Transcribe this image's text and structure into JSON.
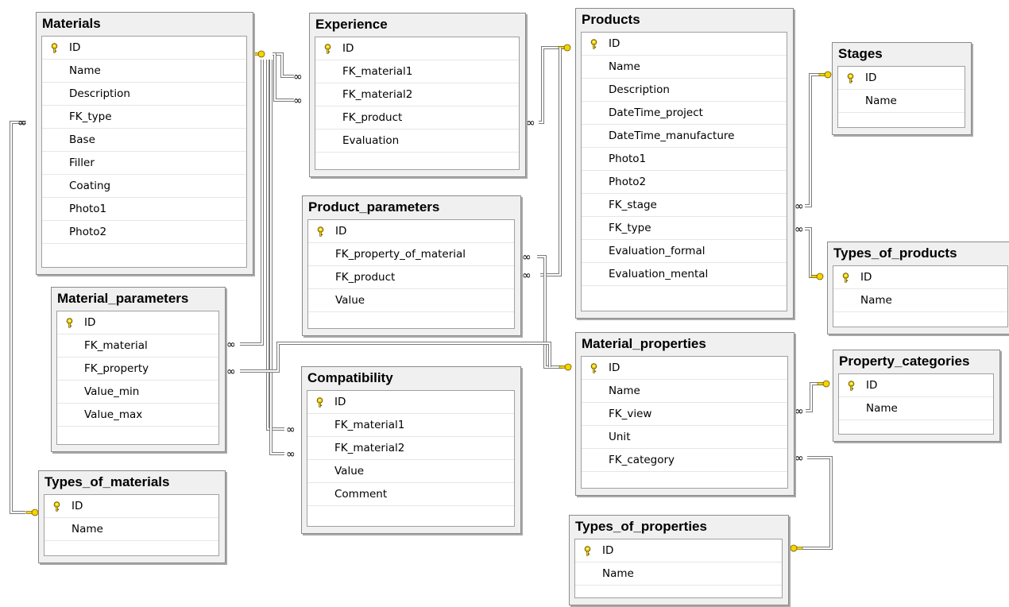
{
  "tables": [
    {
      "id": "materials",
      "name": "Materials",
      "columns": [
        {
          "name": "ID",
          "pk": true
        },
        {
          "name": "Name"
        },
        {
          "name": "Description"
        },
        {
          "name": "FK_type"
        },
        {
          "name": "Base"
        },
        {
          "name": "Filler"
        },
        {
          "name": "Coating"
        },
        {
          "name": "Photo1"
        },
        {
          "name": "Photo2"
        }
      ]
    },
    {
      "id": "experience",
      "name": "Experience",
      "columns": [
        {
          "name": "ID",
          "pk": true
        },
        {
          "name": "FK_material1"
        },
        {
          "name": "FK_material2"
        },
        {
          "name": "FK_product"
        },
        {
          "name": "Evaluation"
        }
      ]
    },
    {
      "id": "products",
      "name": "Products",
      "columns": [
        {
          "name": "ID",
          "pk": true
        },
        {
          "name": "Name"
        },
        {
          "name": "Description"
        },
        {
          "name": "DateTime_project"
        },
        {
          "name": "DateTime_manufacture"
        },
        {
          "name": "Photo1"
        },
        {
          "name": "Photo2"
        },
        {
          "name": "FK_stage"
        },
        {
          "name": "FK_type"
        },
        {
          "name": "Evaluation_formal"
        },
        {
          "name": "Evaluation_mental"
        }
      ]
    },
    {
      "id": "stages",
      "name": "Stages",
      "columns": [
        {
          "name": "ID",
          "pk": true
        },
        {
          "name": "Name"
        }
      ]
    },
    {
      "id": "product_parameters",
      "name": "Product_parameters",
      "columns": [
        {
          "name": "ID",
          "pk": true
        },
        {
          "name": "FK_property_of_material"
        },
        {
          "name": "FK_product"
        },
        {
          "name": "Value"
        }
      ]
    },
    {
      "id": "types_of_products",
      "name": "Types_of_products",
      "columns": [
        {
          "name": "ID",
          "pk": true
        },
        {
          "name": "Name"
        }
      ]
    },
    {
      "id": "material_parameters",
      "name": "Material_parameters",
      "columns": [
        {
          "name": "ID",
          "pk": true
        },
        {
          "name": "FK_material"
        },
        {
          "name": "FK_property"
        },
        {
          "name": "Value_min"
        },
        {
          "name": "Value_max"
        }
      ]
    },
    {
      "id": "compatibility",
      "name": "Compatibility",
      "columns": [
        {
          "name": "ID",
          "pk": true
        },
        {
          "name": "FK_material1"
        },
        {
          "name": "FK_material2"
        },
        {
          "name": "Value"
        },
        {
          "name": "Comment"
        }
      ]
    },
    {
      "id": "material_properties",
      "name": "Material_properties",
      "columns": [
        {
          "name": "ID",
          "pk": true
        },
        {
          "name": "Name"
        },
        {
          "name": "FK_view"
        },
        {
          "name": "Unit"
        },
        {
          "name": "FK_category"
        }
      ]
    },
    {
      "id": "property_categories",
      "name": "Property_categories",
      "columns": [
        {
          "name": "ID",
          "pk": true
        },
        {
          "name": "Name"
        }
      ]
    },
    {
      "id": "types_of_materials",
      "name": "Types_of_materials",
      "columns": [
        {
          "name": "ID",
          "pk": true
        },
        {
          "name": "Name"
        }
      ]
    },
    {
      "id": "types_of_properties",
      "name": "Types_of_properties",
      "columns": [
        {
          "name": "ID",
          "pk": true
        },
        {
          "name": "Name"
        }
      ]
    }
  ],
  "icons": {
    "primary_key": "key-icon",
    "one_end": "key-icon",
    "many_end": "infinity-icon"
  },
  "colors": {
    "key_fill": "#f5d400",
    "key_stroke": "#6b5a00",
    "wire": "#7a7a7a"
  }
}
